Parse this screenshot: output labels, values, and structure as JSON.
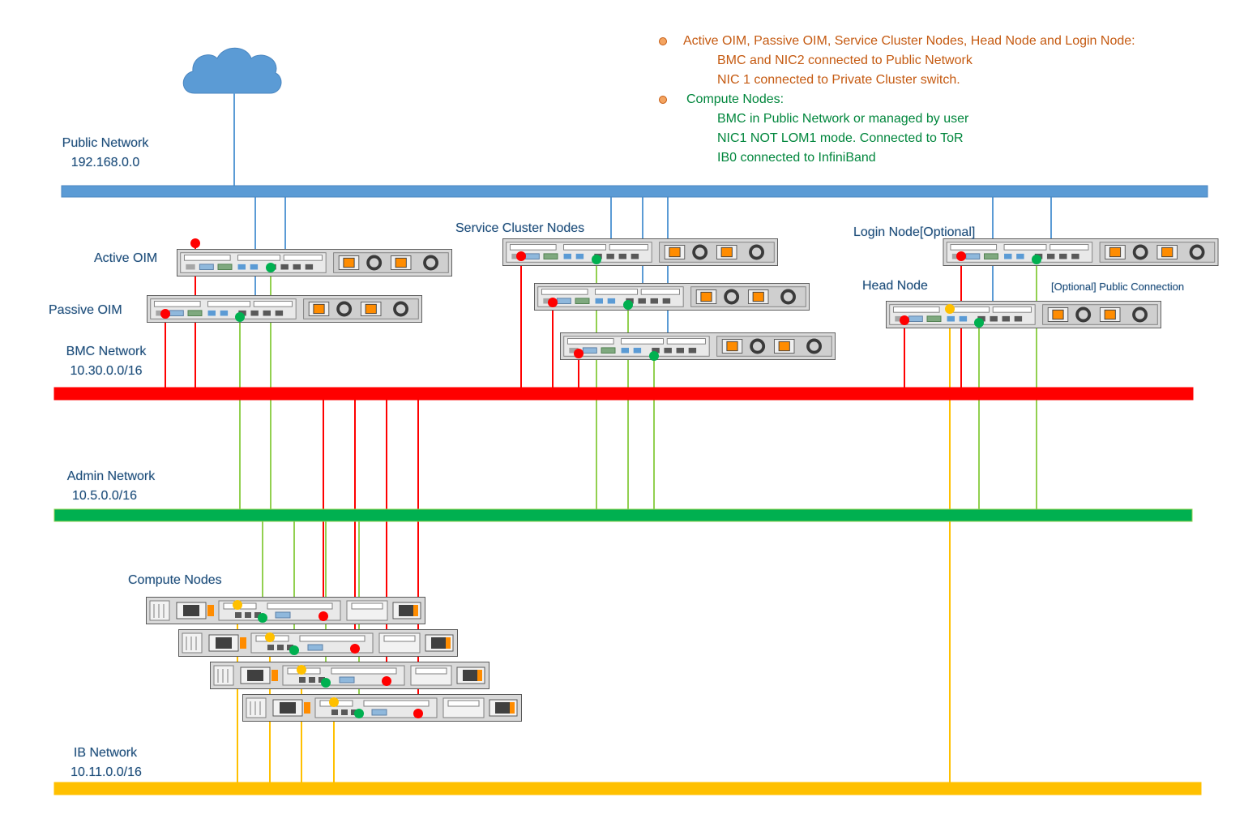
{
  "colors": {
    "public": "#5b9bd5",
    "bmc": "#ff0000",
    "admin": "#00b050",
    "admin_link": "#92d050",
    "ib": "#ffc000",
    "label": "#1f4e79",
    "note_orange": "#c55a11",
    "note_green": "#00863c"
  },
  "icons": {
    "cloud": "cloud-icon",
    "server": "server-icon"
  },
  "networks": {
    "public": {
      "name": "Public Network",
      "subnet": "192.168.0.0"
    },
    "bmc": {
      "name": "BMC Network",
      "subnet": "10.30.0.0/16"
    },
    "admin": {
      "name": "Admin Network",
      "subnet": "10.5.0.0/16"
    },
    "ib": {
      "name": "IB Network",
      "subnet": "10.11.0.0/16"
    }
  },
  "nodes": {
    "active_oim": "Active OIM",
    "passive_oim": "Passive OIM",
    "service_cluster": "Service Cluster Nodes",
    "login": "Login Node[Optional]",
    "head": "Head Node",
    "optional_public": "[Optional] Public Connection",
    "compute": "Compute Nodes"
  },
  "notes": {
    "group1": {
      "title": "Active OIM, Passive OIM, Service Cluster Nodes, Head Node and Login Node:",
      "lines": [
        "BMC and NIC2 connected to Public Network",
        "NIC 1 connected to Private Cluster switch."
      ]
    },
    "group2": {
      "title": "Compute Nodes:",
      "lines": [
        "BMC in Public Network or managed by user",
        "NIC1 NOT LOM1 mode. Connected to ToR",
        "IB0 connected to InfiniBand"
      ]
    }
  }
}
